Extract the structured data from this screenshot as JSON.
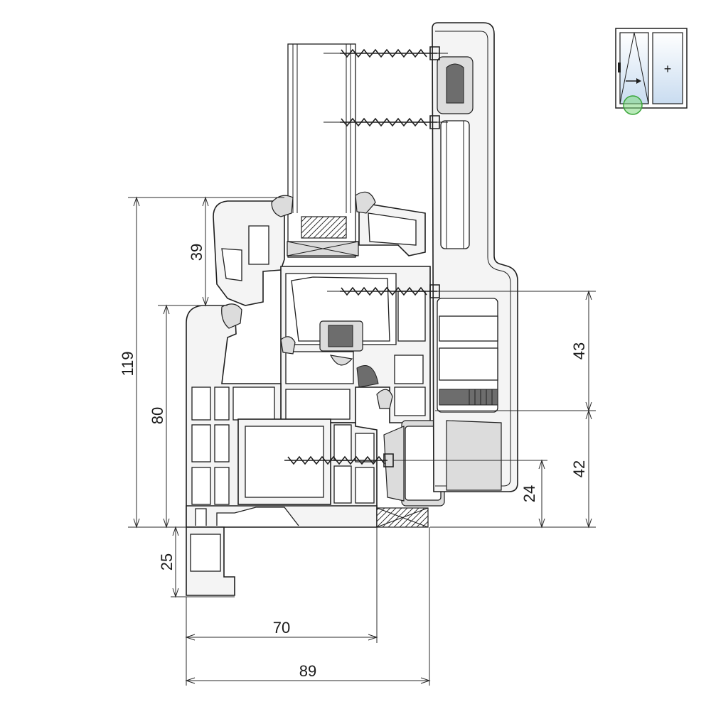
{
  "dimensions": {
    "d119": "119",
    "d80": "80",
    "d39": "39",
    "d25": "25",
    "d70": "70",
    "d89": "89",
    "d43": "43",
    "d42": "42",
    "d24": "24"
  },
  "legend_icon": {
    "plus_symbol": "+",
    "marker_color": "#7fd87f",
    "glass_color": "#c9dcf0"
  },
  "colors": {
    "line": "#1e1e1e",
    "profile_fill": "#f4f4f4",
    "hardware_fill": "#dcdcdc"
  }
}
